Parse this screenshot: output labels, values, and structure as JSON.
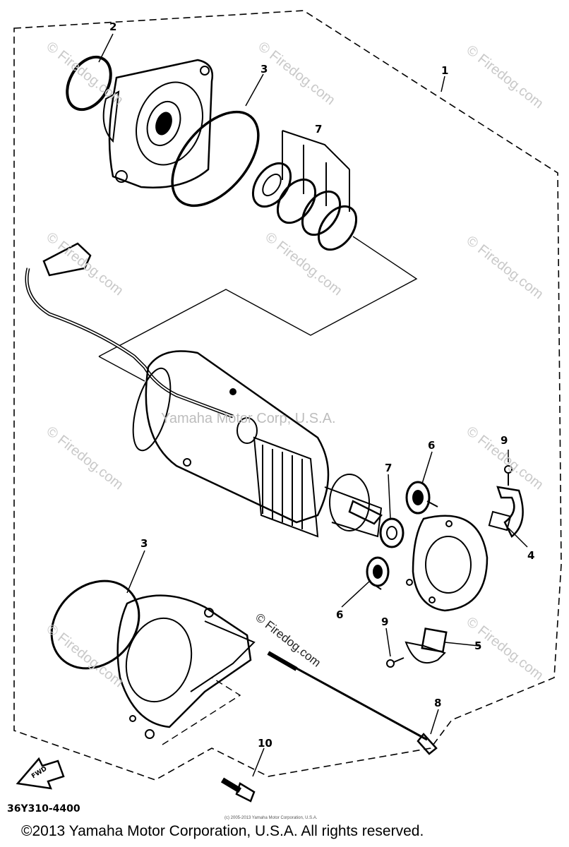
{
  "callouts": [
    {
      "id": "1",
      "label": "1"
    },
    {
      "id": "2",
      "label": "2"
    },
    {
      "id": "3a",
      "label": "3"
    },
    {
      "id": "3b",
      "label": "3"
    },
    {
      "id": "4",
      "label": "4"
    },
    {
      "id": "5",
      "label": "5"
    },
    {
      "id": "6a",
      "label": "6"
    },
    {
      "id": "6b",
      "label": "6"
    },
    {
      "id": "7a",
      "label": "7"
    },
    {
      "id": "7b",
      "label": "7"
    },
    {
      "id": "8",
      "label": "8"
    },
    {
      "id": "9a",
      "label": "9"
    },
    {
      "id": "9b",
      "label": "9"
    },
    {
      "id": "10",
      "label": "10"
    }
  ],
  "watermark_text": "© Firedog.com",
  "center_watermark": "Yamaha Motor Corp, U.S.A.",
  "fwd_label": "FWD",
  "part_code": "36Y310-4400",
  "tiny_note": "(c) 2005-2013 Yamaha Motor Corporation, U.S.A.",
  "copyright": "©2013 Yamaha Motor Corporation, U.S.A. All rights reserved."
}
